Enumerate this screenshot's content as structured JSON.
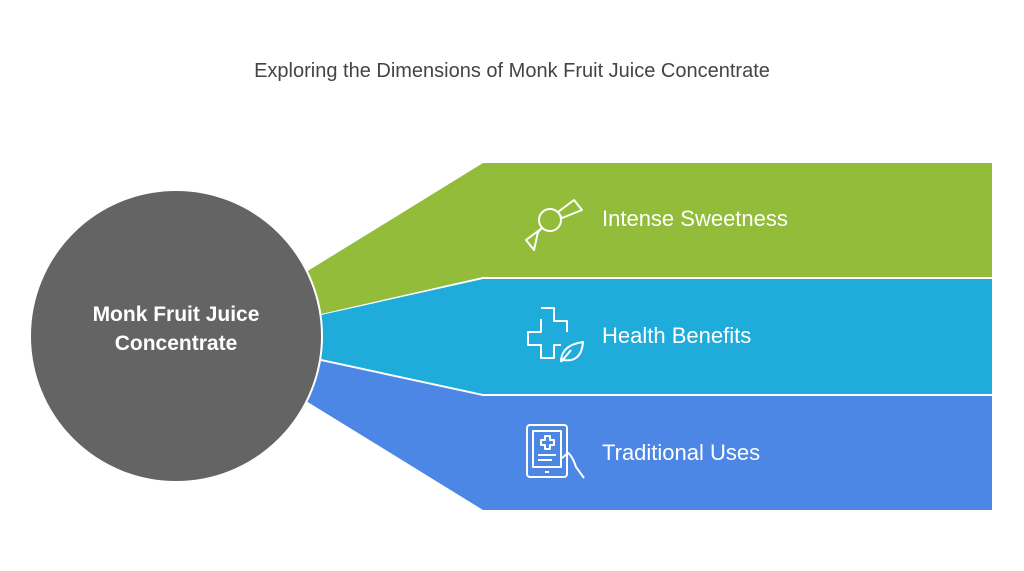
{
  "title": "Exploring the Dimensions of Monk Fruit Juice Concentrate",
  "center": {
    "line1": "Monk Fruit Juice",
    "line2": "Concentrate",
    "color": "#646464"
  },
  "branches": [
    {
      "label": "Intense Sweetness",
      "icon": "candy-icon",
      "color": "#92BC3A"
    },
    {
      "label": "Health Benefits",
      "icon": "medical-cross-leaf-icon",
      "color": "#1FACDB"
    },
    {
      "label": "Traditional Uses",
      "icon": "tablet-medical-icon",
      "color": "#4D87E5"
    }
  ]
}
